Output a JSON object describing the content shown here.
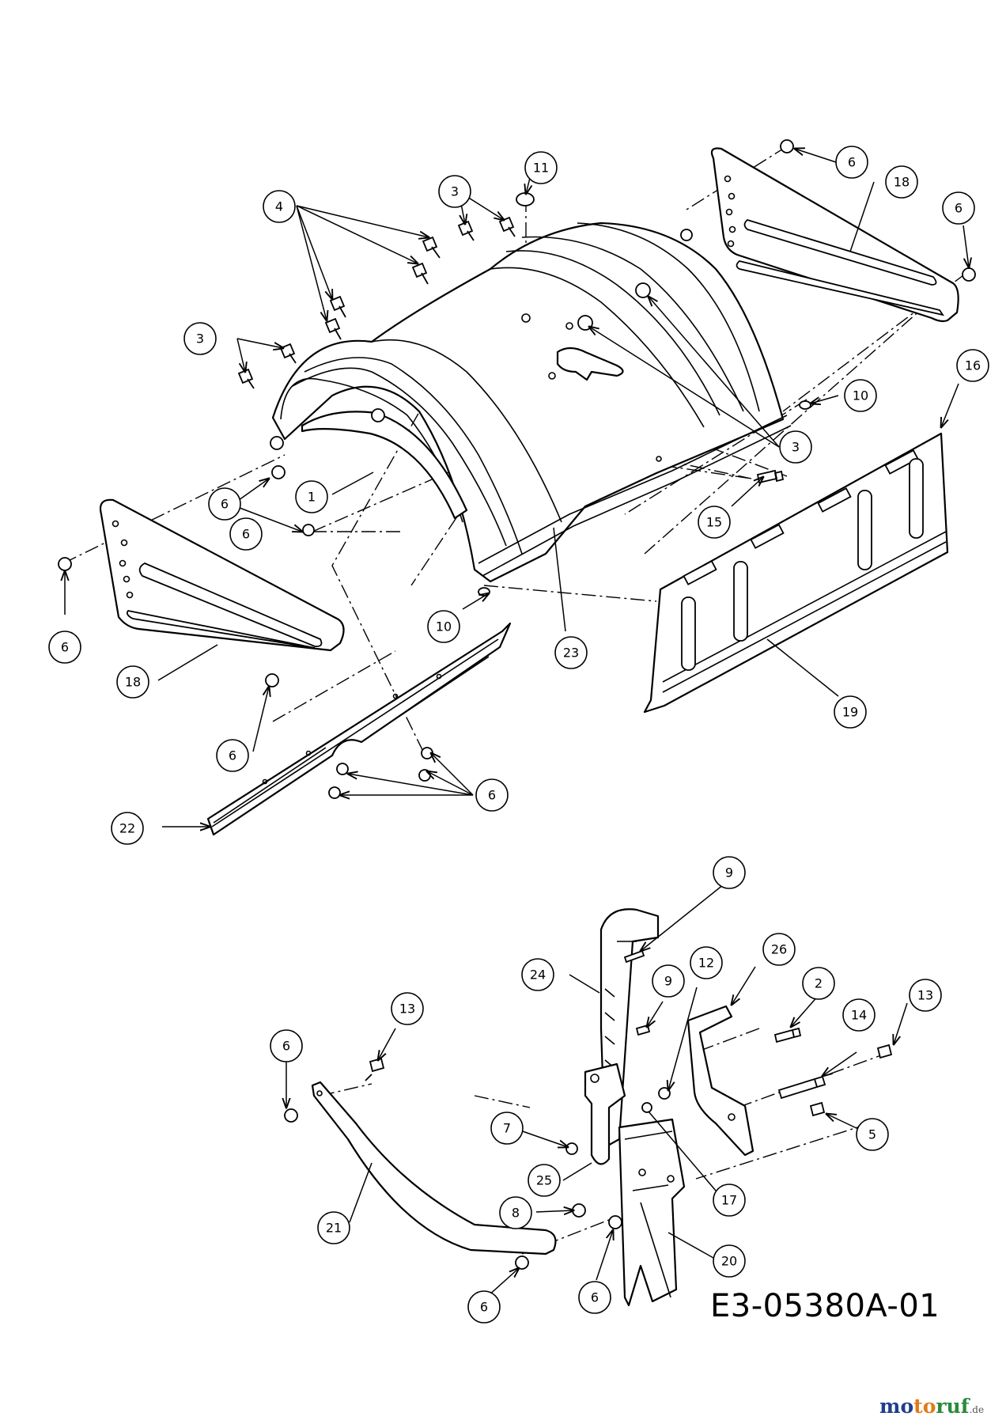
{
  "drawing_number": "E3-05380A-01",
  "watermark": {
    "p1": "mo",
    "p2": "to",
    "p3": "ruf",
    "p4": ".de"
  },
  "callouts": [
    {
      "id": "c1",
      "label": "1"
    },
    {
      "id": "c2",
      "label": "2"
    },
    {
      "id": "c3a",
      "label": "3"
    },
    {
      "id": "c3b",
      "label": "3"
    },
    {
      "id": "c3c",
      "label": "3"
    },
    {
      "id": "c4",
      "label": "4"
    },
    {
      "id": "c5",
      "label": "5"
    },
    {
      "id": "c6a",
      "label": "6"
    },
    {
      "id": "c6b",
      "label": "6"
    },
    {
      "id": "c6c",
      "label": "6"
    },
    {
      "id": "c6d",
      "label": "6"
    },
    {
      "id": "c6e",
      "label": "6"
    },
    {
      "id": "c6f",
      "label": "6"
    },
    {
      "id": "c6g",
      "label": "6"
    },
    {
      "id": "c6h",
      "label": "6"
    },
    {
      "id": "c6i",
      "label": "6"
    },
    {
      "id": "c6j",
      "label": "6"
    },
    {
      "id": "c7",
      "label": "7"
    },
    {
      "id": "c8",
      "label": "8"
    },
    {
      "id": "c9a",
      "label": "9"
    },
    {
      "id": "c9b",
      "label": "9"
    },
    {
      "id": "c10a",
      "label": "10"
    },
    {
      "id": "c10b",
      "label": "10"
    },
    {
      "id": "c11",
      "label": "11"
    },
    {
      "id": "c12",
      "label": "12"
    },
    {
      "id": "c13a",
      "label": "13"
    },
    {
      "id": "c13b",
      "label": "13"
    },
    {
      "id": "c14",
      "label": "14"
    },
    {
      "id": "c15",
      "label": "15"
    },
    {
      "id": "c16",
      "label": "16"
    },
    {
      "id": "c17",
      "label": "17"
    },
    {
      "id": "c18a",
      "label": "18"
    },
    {
      "id": "c18b",
      "label": "18"
    },
    {
      "id": "c19",
      "label": "19"
    },
    {
      "id": "c20",
      "label": "20"
    },
    {
      "id": "c21",
      "label": "21"
    },
    {
      "id": "c22",
      "label": "22"
    },
    {
      "id": "c23",
      "label": "23"
    },
    {
      "id": "c24",
      "label": "24"
    },
    {
      "id": "c25",
      "label": "25"
    },
    {
      "id": "c26",
      "label": "26"
    }
  ]
}
